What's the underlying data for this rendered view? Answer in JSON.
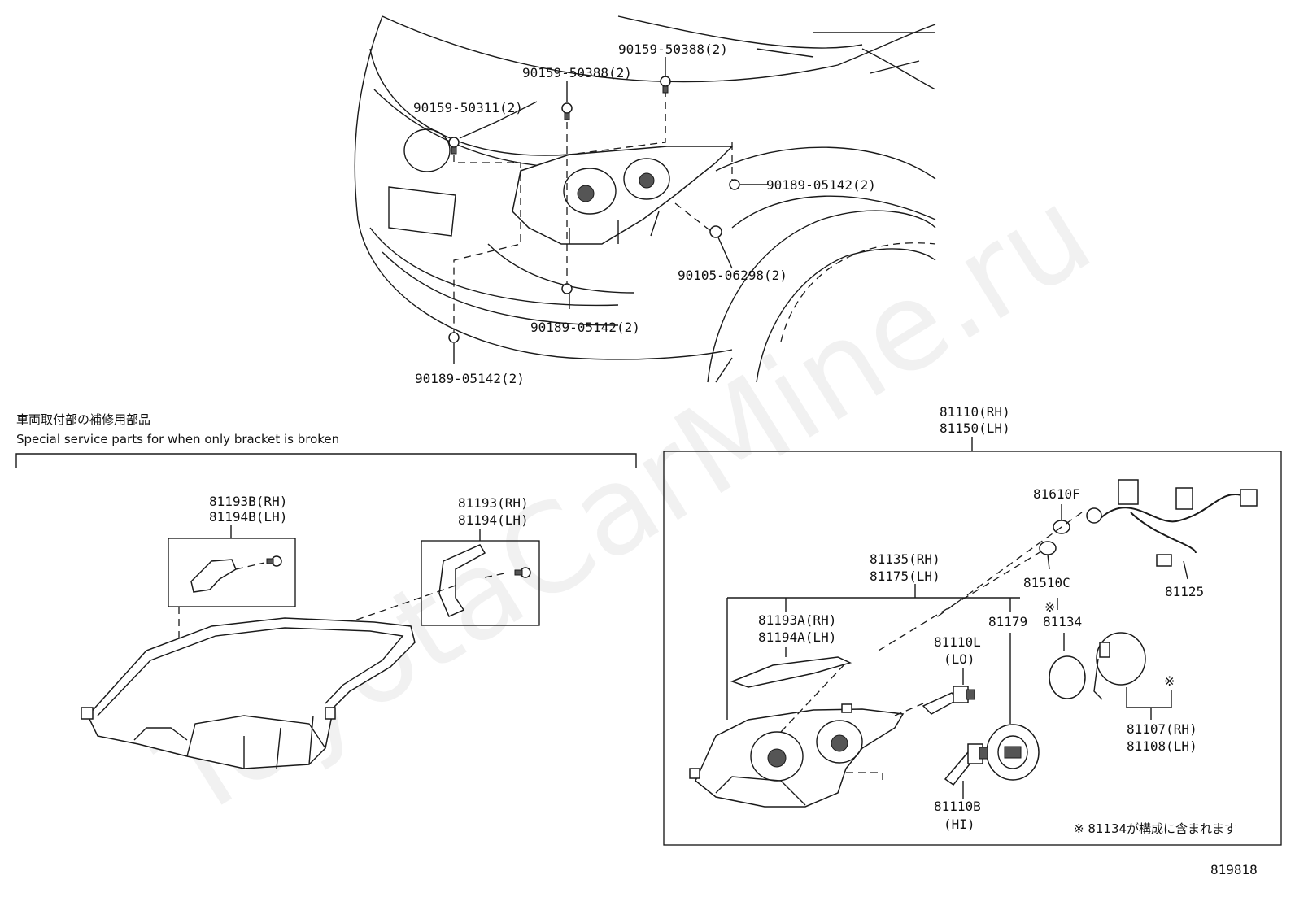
{
  "watermark": "ToyotaCarMine.ru",
  "diagram_id": "819818",
  "header": {
    "japanese_title": "車両取付部の補修用部品",
    "english_title": "Special service parts for when only bracket is broken"
  },
  "top_callouts": {
    "bolt_upper_right": "90159-50388(2)",
    "bolt_upper_mid": "90159-50388(2)",
    "bolt_upper_left": "90159-50311(2)",
    "clip_right": "90189-05142(2)",
    "screw_right": "90105-06298(2)",
    "clip_bottom_mid": "90189-05142(2)",
    "clip_bottom_left": "90189-05142(2)"
  },
  "left_group": {
    "bracket_b_rh": "81193B(RH)",
    "bracket_b_lh": "81194B(LH)",
    "bracket_rh": "81193(RH)",
    "bracket_lh": "81194(LH)"
  },
  "assembly": {
    "title_rh": "81110(RH)",
    "title_lh": "81150(LH)",
    "socket_81610F": "81610F",
    "socket_81510C": "81510C",
    "wire_81125": "81125",
    "unit_rh": "81135(RH)",
    "unit_lh": "81175(LH)",
    "bracket_a_rh": "81193A(RH)",
    "bracket_a_lh": "81194A(LH)",
    "bulb_lo_num": "81110L",
    "bulb_lo_note": "(LO)",
    "cover_81179": "81179",
    "mark": "※",
    "ring_81134": "81134",
    "bulb_hi_num": "81110B",
    "bulb_hi_note": "(HI)",
    "computer_rh": "81107(RH)",
    "computer_lh": "81108(LH)",
    "footnote": "※ 81134が構成に含まれます"
  }
}
